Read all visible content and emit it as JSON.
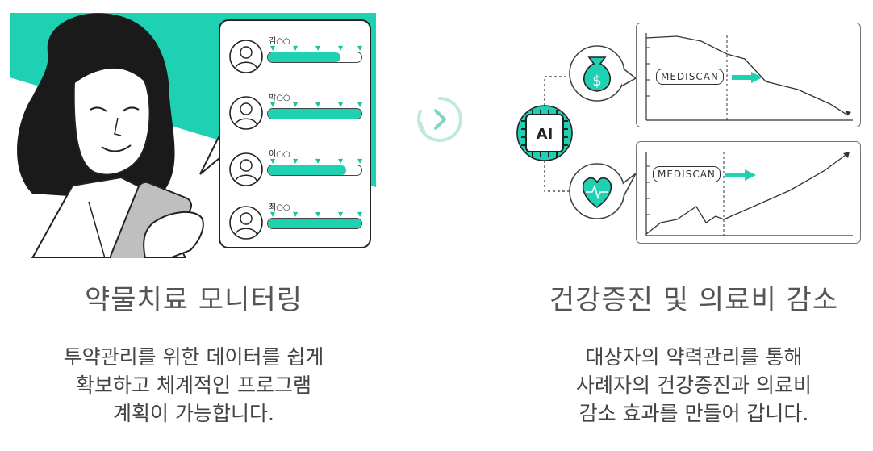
{
  "left": {
    "heading": "약물치료 모니터링",
    "description": [
      "투약관리를 위한 데이터를 쉽게",
      "확보하고 체계적인 프로그램",
      "계획이 가능합니다."
    ],
    "patients": [
      {
        "name": "김○○",
        "progress": 0.78
      },
      {
        "name": "박○○",
        "progress": 1.0
      },
      {
        "name": "이○○",
        "progress": 0.84
      },
      {
        "name": "최○○",
        "progress": 1.0
      }
    ]
  },
  "right": {
    "heading": "건강증진 및 의료비 감소",
    "description": [
      "대상자의 약력관리를 통해",
      "사례자의 건강증진과 의료비",
      "감소 효과를 만들어 갑니다."
    ],
    "ai_label": "AI",
    "brand_top": "MEDISCAN",
    "brand_bottom": "MEDISCAN",
    "accent_color": "#1dd1b2",
    "icons": [
      "money-bag-icon",
      "heart-pulse-icon",
      "ai-chip-icon"
    ]
  },
  "arrow_icon": "chevron-right-circle-icon"
}
